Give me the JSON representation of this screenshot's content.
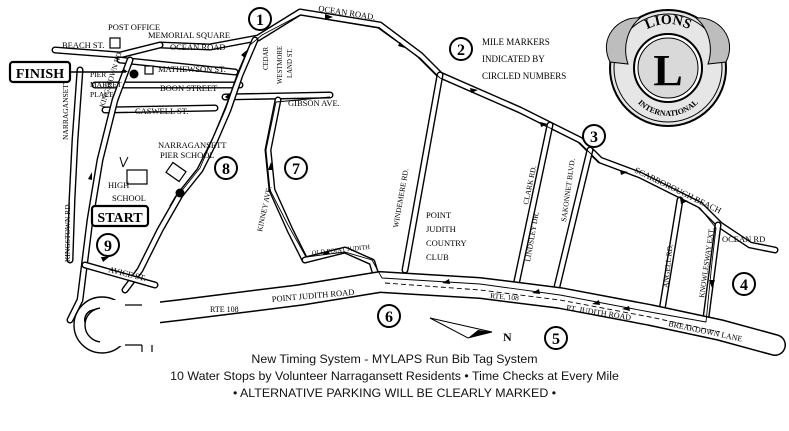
{
  "map": {
    "street_labels": {
      "post_office": "POST OFFICE",
      "memorial_square": "MEMORIAL SQUARE",
      "beach_st": "BEACH ST.",
      "ocean_road_north": "OCEAN ROAD",
      "ocean_road_top": "OCEAN ROAD.",
      "mathewson_st": "MATHEWSON ST.",
      "pier_market_line1": "PIER",
      "pier_market_line2": "MARKET",
      "pier_market_line3": "PLACE",
      "boon_street": "BOON STREET",
      "caswell_st": "CASWELL ST.",
      "gibson_ave": "GIBSON AVE.",
      "cedar": "CEDAR",
      "westmore": "WESTMORE",
      "land_st": "LAND ST.",
      "narragansett_pier_school_line1": "NARRAGANSETT",
      "narragansett_pier_school_line2": "PIER SCHOOL",
      "kingstown_rd_upper": "KINGSTOWN RD.",
      "narragansett": "NARRAGANSETT",
      "high_school_line1": "HIGH",
      "high_school_line2": "SCHOOL",
      "kingstown_rd_lower": "KINGSTOWN RD.",
      "avice_st": "AVICE ST.",
      "kinney_ave": "KINNEY AVE.",
      "old_point_judith": "OLD POINT JUDITH",
      "windemere_rd": "WINDEMERE RD.",
      "clark_rd": "CLARK RD.",
      "lindsley_dr": "LINDSLEY DR.",
      "sakonnet_blvd": "SAKONNET BLVD.",
      "point_judith_cc_line1": "POINT",
      "point_judith_cc_line2": "JUDITH",
      "point_judith_cc_line3": "COUNTRY",
      "point_judith_cc_line4": "CLUB",
      "scarborough_beach": "SCARBOROUGH BEACH",
      "ocean_rd_east": "OCEAN RD",
      "angell_rd": "ANGELL RD.",
      "knowlesway_ext": "KNOWLESWAY EXT.",
      "rte_108_west": "RTE 108",
      "point_judith_road_west": "POINT JUDITH ROAD",
      "rte_108_east": "RTE. 108",
      "pt_judith_road_east": "PT. JUDITH ROAD",
      "breakdown_lane": "BREAKDOWN LANE",
      "north_arrow": "N"
    },
    "finish_label": "FINISH",
    "start_label": "START",
    "mile_markers_legend": [
      "MILE MARKERS",
      "INDICATED BY",
      "CIRCLED NUMBERS"
    ],
    "mile_markers": [
      "1",
      "2",
      "3",
      "4",
      "5",
      "6",
      "7",
      "8",
      "9"
    ],
    "logo": {
      "top_text": "LIONS",
      "letter": "L",
      "bottom_text": "INTERNATIONAL"
    }
  },
  "footer": {
    "line1": "New Timing System - MYLAPS Run Bib Tag System",
    "line2": "10 Water Stops by Volunteer Narragansett Residents • Time Checks at Every Mile",
    "line3": "• ALTERNATIVE PARKING WILL BE CLEARLY MARKED •"
  },
  "colors": {
    "ink": "#000000",
    "paper": "#ffffff",
    "logo_fill": "#d9d9d9"
  }
}
